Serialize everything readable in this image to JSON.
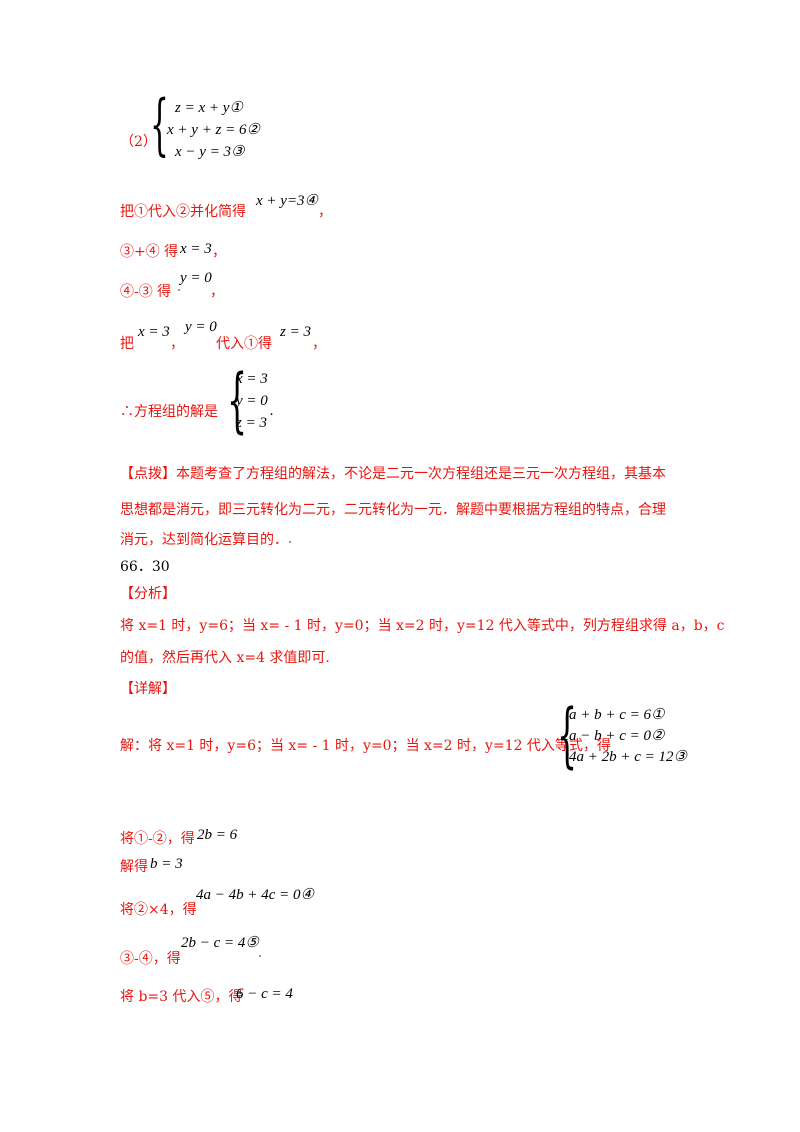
{
  "part2": {
    "label": "（2）",
    "system": [
      "z = x + y①",
      "x + y + z = 6②",
      "x − y = 3③"
    ]
  },
  "steps1": [
    {
      "text": "把①代入②并化简得",
      "math": "x + y=3④",
      "tail": "，"
    },
    {
      "text": "③+④ 得",
      "math": "x = 3",
      "tail": "，"
    },
    {
      "text": "④-③ 得",
      "math": "y = 0",
      "tail": "，"
    },
    {
      "text": "把",
      "math1": "x = 3",
      "sep": "，",
      "math2": "y = 0",
      "mid": "代入①得",
      "math3": "z = 3",
      "tail": "，"
    }
  ],
  "solution": {
    "label": "∴方程组的解是",
    "system": [
      "x = 3",
      "y = 0",
      "z = 3"
    ],
    "tail": "."
  },
  "dianbo": {
    "heading": "【点拨】",
    "lines": [
      "本题考查了方程组的解法，不论是二元一次方程组还是三元一次方程组，其基本",
      "思想都是消元，即三元转化为二元，二元转化为一元．解题中要根据方程组的特点，合理",
      "消元，达到简化运算目的．"
    ]
  },
  "answer": "66．30",
  "fenxi": {
    "heading": "【分析】",
    "lines": [
      "将 x=1 时，y=6；当 x= - 1 时，y=0；当 x=2 时，y=12 代入等式中，列方程组求得 a，b，c",
      "的值，然后再代入 x=4 求值即可."
    ]
  },
  "xiangjie": {
    "heading": "【详解】",
    "intro": "解：将 x=1 时，y=6；当 x= - 1 时，y=0；当 x=2 时，y=12 代入等式，得",
    "system": [
      "a + b + c = 6①",
      "a − b + c = 0②",
      "4a + 2b + c = 12③"
    ]
  },
  "steps2": [
    {
      "text": "将①-②，得",
      "math": "2b = 6"
    },
    {
      "text": "解得",
      "math": "b = 3"
    },
    {
      "text": "将②×4，得",
      "math": "4a − 4b + 4c = 0④"
    },
    {
      "text": "③-④，得",
      "math": "2b − c = 4⑤"
    },
    {
      "text": "将 b=3 代入⑤，得",
      "math": "6 − c = 4"
    }
  ]
}
